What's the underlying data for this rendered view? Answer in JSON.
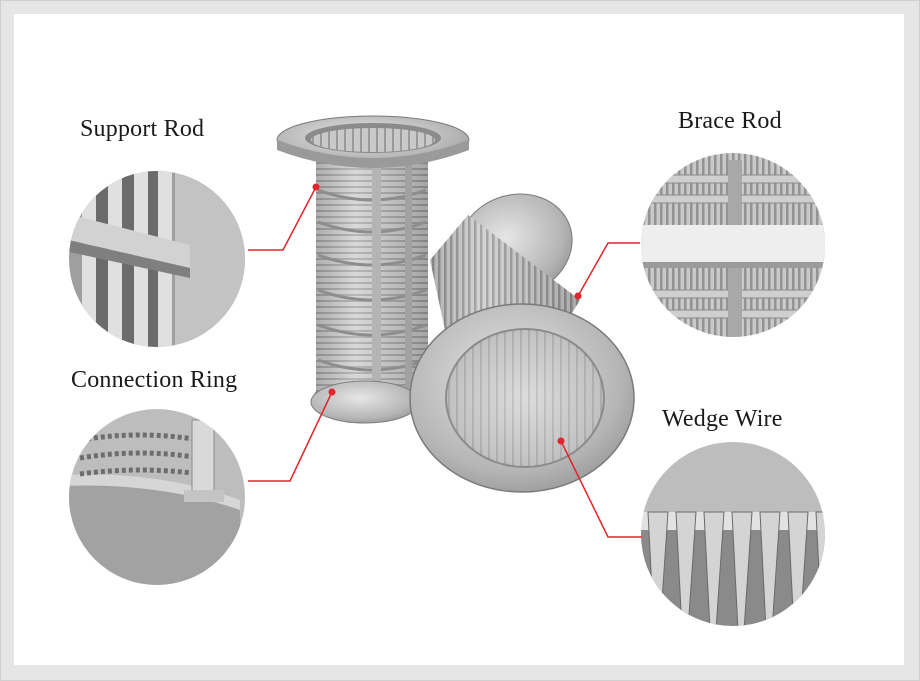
{
  "labels": {
    "support_rod": "Support Rod",
    "brace_rod": "Brace Rod",
    "connection_ring": "Connection Ring",
    "wedge_wire": "Wedge Wire"
  },
  "colors": {
    "leader_line": "#e0252c",
    "steel_light": "#d9d9d9",
    "steel_mid": "#a9a9a9",
    "steel_dark": "#6f6f6f"
  }
}
